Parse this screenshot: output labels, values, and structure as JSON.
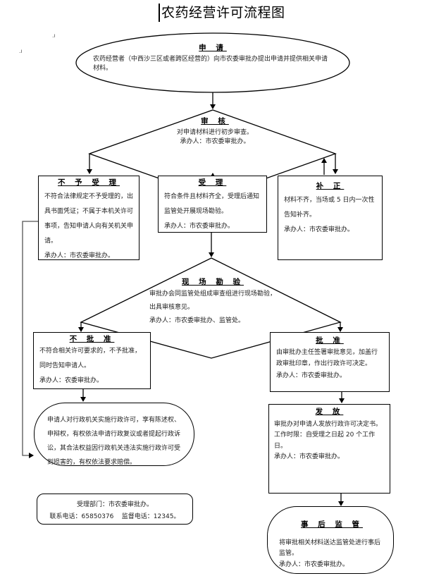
{
  "title": "农药经营许可流程图",
  "nodes": {
    "apply": {
      "heading": "申 请",
      "lines": [
        "农药经营者（中西沙三区或者跨区经营的）向市农委审批办提出申请并提供相关申请材料。"
      ]
    },
    "review": {
      "heading": "审 核",
      "lines": [
        "对申请材料进行初步审查。",
        "承办人：市农委审批办。"
      ]
    },
    "reject_accept": {
      "heading": "不 予 受 理",
      "lines": [
        "不符合法律规定不予受理的，出具书面凭证；不属于本机关许可事项，告知申请人向有关机关申请。",
        "承办人：市农委审批办。"
      ]
    },
    "accept": {
      "heading": "受 理",
      "lines": [
        "符合条件且材料齐全，受理后通知监管处开展现场勘验。",
        "承办人：市农委审批办。"
      ]
    },
    "supplement": {
      "heading": "补 正",
      "lines": [
        "材料不齐，当场或 5 日内一次性告知补齐。",
        "承办人：市农委审批办。"
      ]
    },
    "inspection": {
      "heading": "现 场 勘 验",
      "lines": [
        "审批办会同监管处组成审查组进行现场勘验，出具审核意见。",
        "承办人：市农委审批办、监管处。"
      ]
    },
    "deny": {
      "heading": "不 批 准",
      "lines": [
        "不符合相关许可要求的，不予批准，同时告知申请人。",
        "承办人：农委审批办。"
      ]
    },
    "approve": {
      "heading": "批 准",
      "lines": [
        "由审批办主任签署审批意见，加盖行政审批印章，作出行政许可决定。",
        "承办人：市农委审批办。"
      ]
    },
    "rights": {
      "lines": [
        "申请人对行政机关实施行政许可，享有陈述权、申辩权，有权依法申请行政复议或者提起行政诉讼，其合法权益因行政机关违法实施行政许可受到损害的，有权依法要求赔偿。"
      ]
    },
    "issue": {
      "heading": "发 放",
      "lines": [
        "审批办对申请人发放行政许可决定书。",
        "工作时限：自受理之日起 20 个工作日。",
        "承办人：市农委审批办。"
      ]
    },
    "supervision": {
      "heading": "事 后 监 管",
      "lines": [
        "将审批相关材料送达监管处进行事后监管。",
        "承办人：市农委审批办。"
      ]
    },
    "contact": {
      "dept": "受理部门：市农委审批办。",
      "phones": "联系电话：65850376    监督电话：12345。"
    }
  },
  "colors": {
    "line": "#000000",
    "feedback_line": "#555555",
    "spellcheck": "#2a9a2a"
  }
}
